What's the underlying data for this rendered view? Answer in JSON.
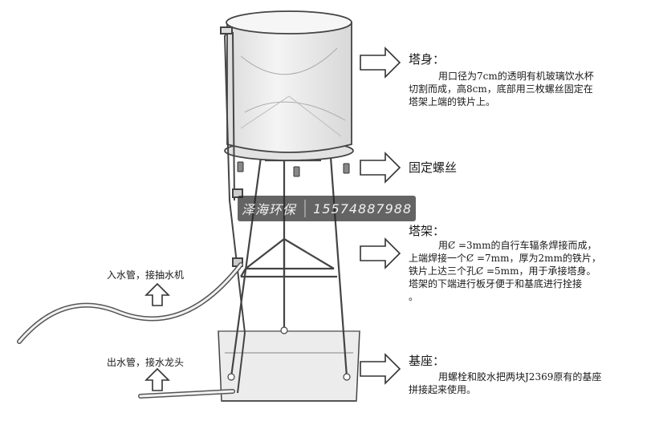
{
  "annotations": {
    "tower_body": {
      "title": "塔身：",
      "lines": [
        "用口径为7cm的透明有机玻璃饮水杯",
        "切割而成，高8cm，底部用三枚螺丝固定在",
        "塔架上端的铁片上。"
      ]
    },
    "fixing_screws": {
      "title": "固定螺丝"
    },
    "tower_frame": {
      "title": "塔架：",
      "lines": [
        "用Ȼ =3mm的自行车辐条焊接而成，",
        "上端焊接一个Ȼ =7mm，厚为2mm的铁片，",
        "铁片上达三个孔Ȼ =5mm，用于承接塔身。",
        "塔架的下端进行板牙便于和基底进行拴接",
        "。"
      ]
    },
    "base": {
      "title": "基座：",
      "lines": [
        "用螺栓和胶水把两块J2369原有的基座",
        "拼接起来使用。"
      ]
    },
    "inlet_pipe": {
      "title": "入水管，接抽水机"
    },
    "outlet_pipe": {
      "title": "出水管，接水龙头"
    }
  },
  "watermark": {
    "company": "泽海环保",
    "phone": "15574887988"
  },
  "colors": {
    "line": "#333333",
    "glass": "#e8e8e8",
    "base": "#ebebeb",
    "watermark_bg": "#3a3a3a"
  }
}
